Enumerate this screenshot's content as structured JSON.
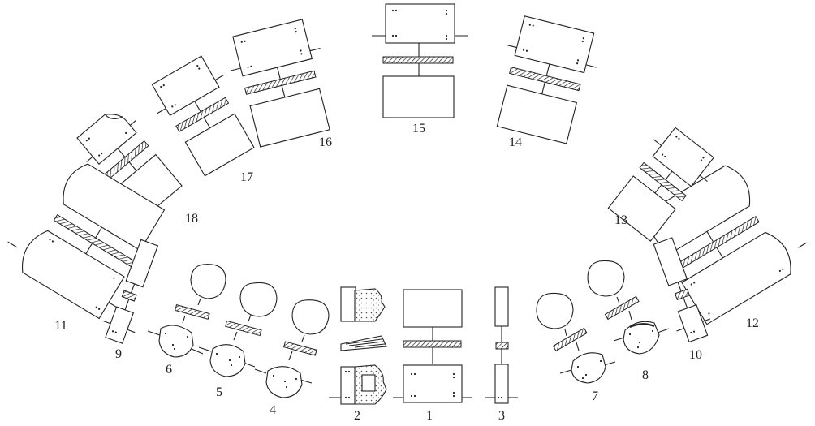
{
  "labels": {
    "l1": "1",
    "l2": "2",
    "l3": "3",
    "l4": "4",
    "l5": "5",
    "l6": "6",
    "l7": "7",
    "l8": "8",
    "l9": "9",
    "l10": "10",
    "l11": "11",
    "l12": "12",
    "l13": "13",
    "l14": "14",
    "l15": "15",
    "l16": "16",
    "l17": "17",
    "l18": "18"
  },
  "colors": {
    "stroke": "#222222",
    "background": "#ffffff"
  }
}
